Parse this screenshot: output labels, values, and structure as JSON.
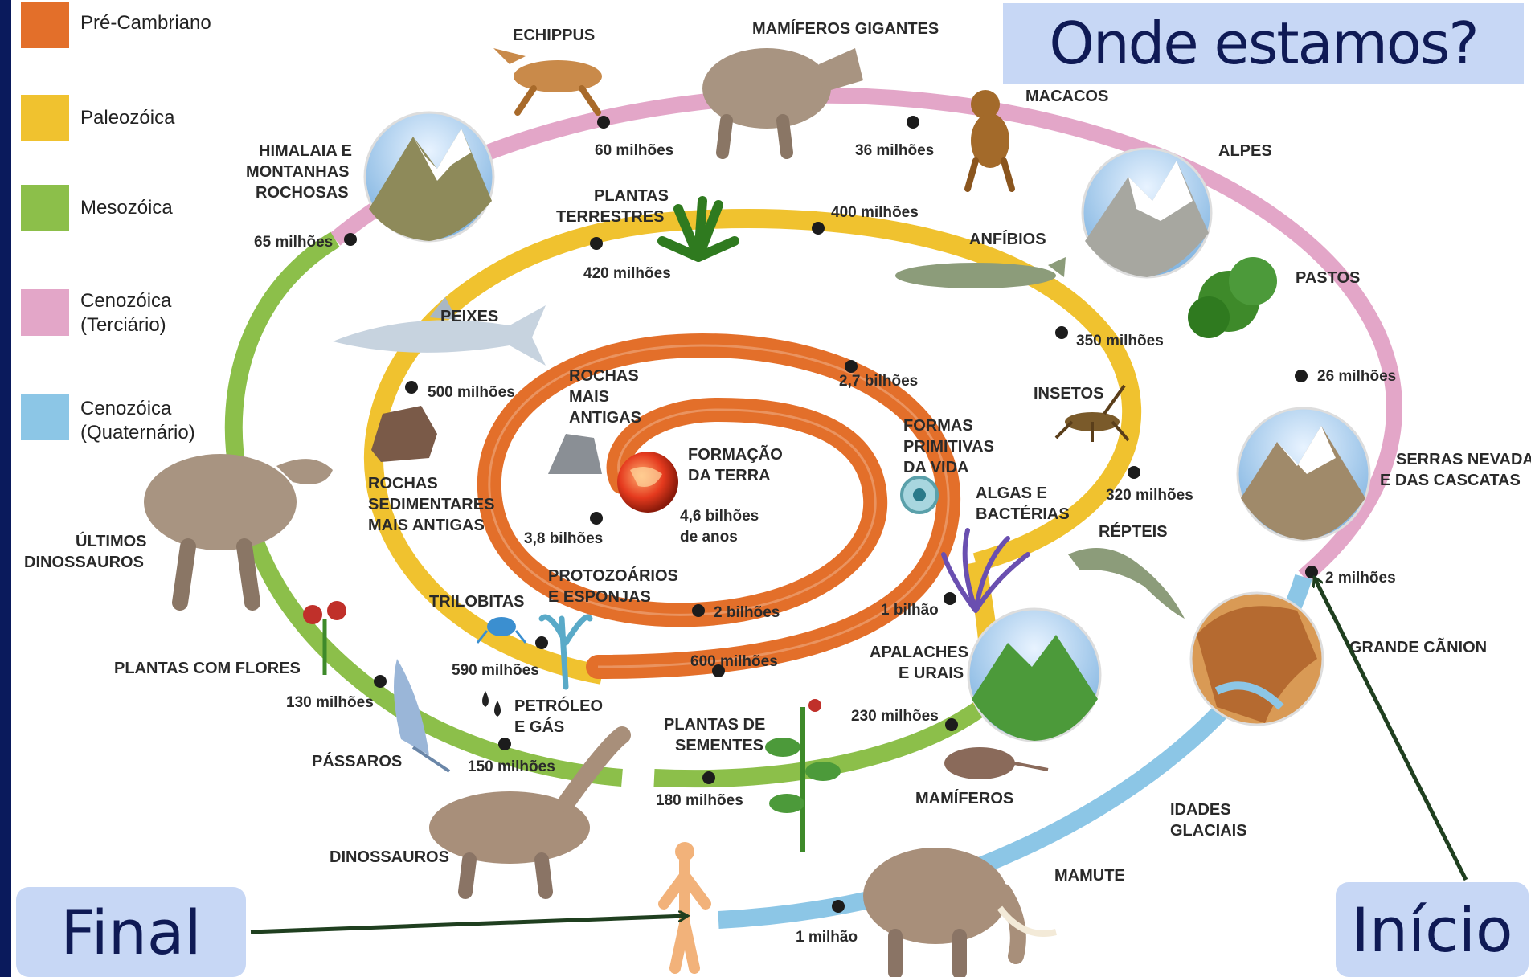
{
  "title": "Onde estamos?",
  "final_label": "Final",
  "inicio_label": "Início",
  "legend": [
    {
      "label_lines": [
        "Pré-Cambriano"
      ],
      "color": "#e36f2a"
    },
    {
      "label_lines": [
        "Paleozóica"
      ],
      "color": "#f0c22f"
    },
    {
      "label_lines": [
        "Mesozóica"
      ],
      "color": "#8cbf4a"
    },
    {
      "label_lines": [
        "Cenozóica",
        "(Terciário)"
      ],
      "color": "#e3a6c8"
    },
    {
      "label_lines": [
        "Cenozóica",
        "(Quaternário)"
      ],
      "color": "#8cc6e6"
    }
  ],
  "colors": {
    "precambriano": "#e36f2a",
    "paleozoica": "#f0c22f",
    "mesozoica": "#8cbf4a",
    "terciario": "#e3a6c8",
    "quaternario": "#8cc6e6",
    "title_bg": "#c7d7f5",
    "title_text": "#0f1a55",
    "arrow": "#1f3f1f"
  },
  "center": {
    "lines": [
      "FORMAÇÃO",
      "DA TERRA"
    ],
    "age_lines": [
      "4,6 bilhões",
      "de anos"
    ]
  },
  "times": {
    "t1": "3,8 bilhões",
    "t2": "2,7 bilhões",
    "t3": "2 bilhões",
    "t4": "1 bilhão",
    "t5": "600 milhões",
    "t6": "590 milhões",
    "t7": "500 milhões",
    "t8": "420 milhões",
    "t9": "400 milhões",
    "t10": "350 milhões",
    "t11": "320 milhões",
    "t12": "230 milhões",
    "t13": "180 milhões",
    "t14": "150 milhões",
    "t15": "130 milhões",
    "t16": "65 milhões",
    "t17": "60 milhões",
    "t18": "36 milhões",
    "t19": "26 milhões",
    "t20": "2 milhões",
    "t21": "1 milhão"
  },
  "labels": {
    "rochas_antigas": [
      "ROCHAS",
      "MAIS",
      "ANTIGAS"
    ],
    "formas_vida": [
      "FORMAS",
      "PRIMITIVAS",
      "DA VIDA"
    ],
    "algas": [
      "ALGAS E",
      "BACTÉRIAS"
    ],
    "protozoarios": [
      "PROTOZOÁRIOS",
      "E ESPONJAS"
    ],
    "trilobitas": "TRILOBITAS",
    "rochas_sed": [
      "ROCHAS",
      "SEDIMENTARES",
      "MAIS ANTIGAS"
    ],
    "peixes": "PEIXES",
    "plantas_terr": [
      "PLANTAS",
      "TERRESTRES"
    ],
    "anfibios": "ANFÍBIOS",
    "insetos": "INSETOS",
    "repteis": "RÉPTEIS",
    "apalaches": [
      "APALACHES",
      "E URAIS"
    ],
    "plantas_sem": [
      "PLANTAS DE",
      "SEMENTES"
    ],
    "petroleo": [
      "PETRÓLEO",
      "E GÁS"
    ],
    "mamiferos": "MAMÍFEROS",
    "dinossauros": "DINOSSAUROS",
    "passaros": "PÁSSAROS",
    "plantas_flores": "PLANTAS COM FLORES",
    "ultimos_din": [
      "ÚLTIMOS",
      "DINOSSAUROS"
    ],
    "himalaia": [
      "HIMALAIA E",
      "MONTANHAS",
      "ROCHOSAS"
    ],
    "echippus": "ECHIPPUS",
    "mamiferos_gig": "MAMÍFEROS GIGANTES",
    "macacos": "MACACOS",
    "alpes": "ALPES",
    "pastos": "PASTOS",
    "serras": [
      "SERRAS NEVADA",
      "E DAS CASCATAS"
    ],
    "grande_canion": "GRANDE CÃNION",
    "idades_glaciais": [
      "IDADES",
      "GLACIAIS"
    ],
    "mamute": "MAMUTE"
  }
}
